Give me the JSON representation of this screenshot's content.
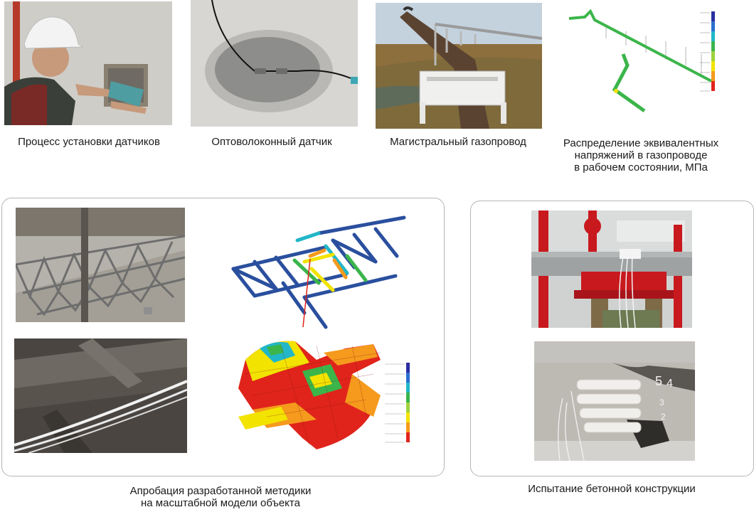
{
  "top_row": {
    "caption_sensor_install": "Процесс установки датчиков",
    "caption_fiber_sensor": "Оптоволоконный датчик",
    "caption_gas_pipeline": "Магистральный газопровод",
    "caption_stress_line1": "Распределение эквивалентных",
    "caption_stress_line2": "напряжений в газопроводе",
    "caption_stress_line3": "в рабочем состоянии, МПа"
  },
  "bottom_left": {
    "caption_line1": "Апробация разработанной методики",
    "caption_line2": "на масштабной модели объекта"
  },
  "bottom_right": {
    "caption": "Испытание бетонной конструкции"
  },
  "colors": {
    "frame_border": "#b5b5b5",
    "truss_blue": "#2a4f9e",
    "stress_red": "#e0241b",
    "stress_yellow": "#f2e300",
    "stress_green": "#3bb54a",
    "stress_cyan": "#21b7c8",
    "test_rig_red": "#c8191e"
  },
  "icons": {
    "legend_scale": "color-legend-bar",
    "pointer_arrow": "red-arrow"
  }
}
